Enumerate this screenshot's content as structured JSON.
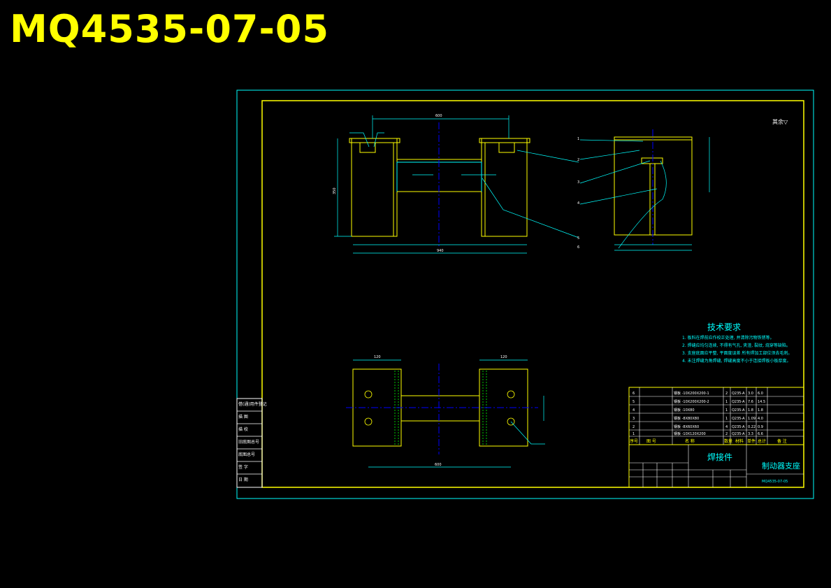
{
  "drawing_number": "MQ4535-07-05",
  "colors": {
    "background": "#000000",
    "title": "#ffff00",
    "frame": "#00ffff",
    "part": "#ffff00",
    "centerline": "#0000ff",
    "leader": "#00ffff"
  },
  "tech_requirements": {
    "heading": "技术要求",
    "items": [
      "1. 板料在焊前应作校正处理, 并清除污物铁锈等。",
      "2. 焊缝应均匀连续, 不得有气孔, 夹渣, 裂纹, 烧穿等缺陷。",
      "3. 支座底面应平整, 平面度误差          所有焊加工部位须去毛刺。",
      "4. 未注焊缝为角焊缝, 焊缝高度不小于连接焊板小板厚度。"
    ]
  },
  "roughness_note": "其余▽",
  "title_block": {
    "type_label": "焊接件",
    "part_name": "制动器支座",
    "drawing_code": "MQ4535-07-05"
  },
  "parts_header": [
    "序号",
    "图 号",
    "名   称",
    "数量",
    "材料",
    "单件",
    "总计",
    "备 注"
  ],
  "parts_rows": [
    [
      "6",
      "钢板 -10X200X200-1",
      "2",
      "Q235-A",
      "3.0",
      "6.0"
    ],
    [
      "5",
      "钢板 -10X200X200-2",
      "1",
      "Q235-A",
      "7.6",
      "14.5"
    ],
    [
      "4",
      "钢板 -10X80",
      "1",
      "Q235-A",
      "1.8",
      "1.8"
    ],
    [
      "3",
      "钢板 -8X80X80",
      "1",
      "Q235-A",
      "1.09",
      "4.0"
    ],
    [
      "2",
      "钢板 -8X60X60",
      "4",
      "Q235-A",
      "0.22",
      "0.9"
    ],
    [
      "1",
      "钢板 -10X120X200",
      "2",
      "Q235-A",
      "3.3",
      "6.6"
    ]
  ],
  "side_labels": [
    "借(通)用件登记",
    "描 图",
    "描 校",
    "旧底图总号",
    "底图总号",
    "签 字",
    "日 期"
  ]
}
